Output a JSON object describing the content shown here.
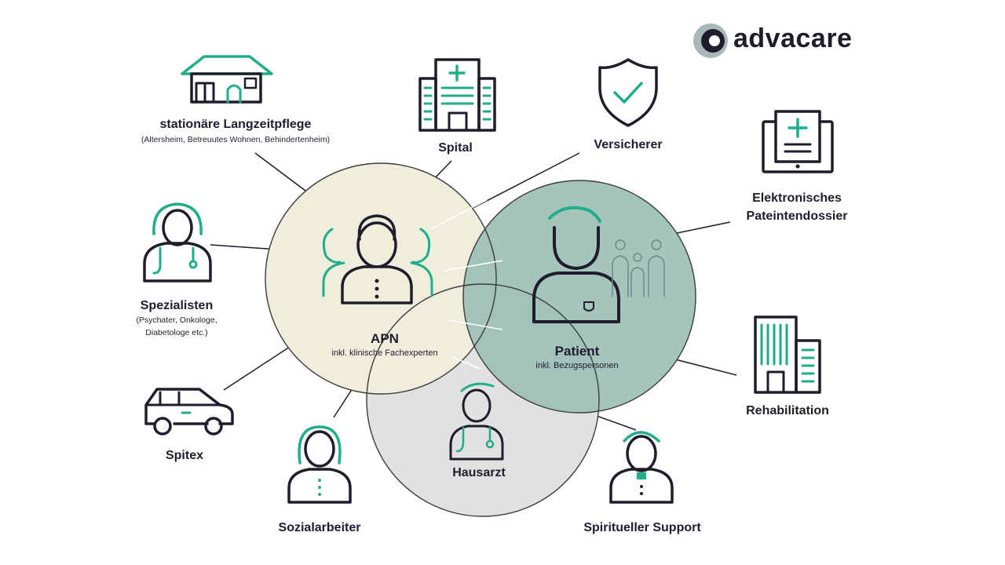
{
  "brand": {
    "name": "advacare",
    "accent": "#1fae8c",
    "ink": "#1f1d2b",
    "gray": "#4a4a4a"
  },
  "circles": {
    "apn": {
      "title": "APN",
      "subtitle": "inkl. klinische Fachexperten",
      "fill": "#efeedd"
    },
    "patient": {
      "title": "Patient",
      "subtitle": "inkl. Bezugspersonen",
      "fill": "#9dbfb7"
    },
    "hausarzt": {
      "title": "Hausarzt",
      "fill": "#e1e1e1"
    }
  },
  "nodes": {
    "langzeit": {
      "title": "stationäre Langzeitpflege",
      "subtitle": "(Altersheim, Betreuutes Wohnen, Behindertenheim)",
      "icon": "house-icon"
    },
    "spital": {
      "title": "Spital",
      "icon": "hospital-icon"
    },
    "versicherer": {
      "title": "Versicherer",
      "icon": "shield-check-icon"
    },
    "epd": {
      "title_line1": "Elektronisches",
      "title_line2": "Pateintendossier",
      "icon": "monitor-medical-icon"
    },
    "spezialisten": {
      "title": "Spezialisten",
      "subtitle_line1": "(Psychater, Onkologe,",
      "subtitle_line2": "Diabetologe etc.)",
      "icon": "doctor-female-icon"
    },
    "spitex": {
      "title": "Spitex",
      "icon": "car-icon"
    },
    "sozialarbeiter": {
      "title": "Sozialarbeiter",
      "icon": "social-worker-icon"
    },
    "spiritueller": {
      "title": "Spiritueller Support",
      "icon": "priest-icon"
    },
    "rehabilitation": {
      "title": "Rehabilitation",
      "icon": "building-icon"
    }
  }
}
